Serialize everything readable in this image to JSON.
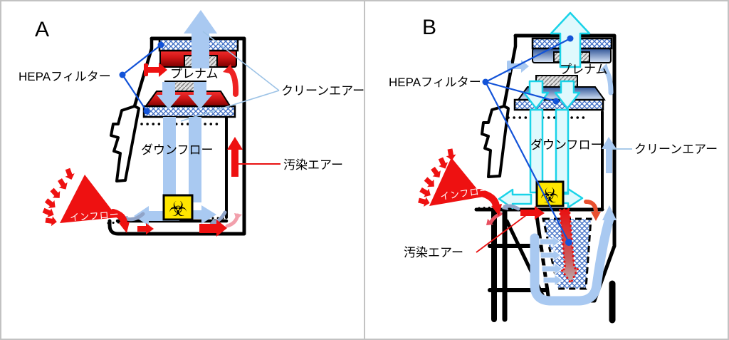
{
  "figure": {
    "description": "Biosafety cabinet airflow diagrams, two panels",
    "divider_color": "#c2c2c2"
  },
  "colors": {
    "contaminated_red": "#EE1111",
    "clean_pale_blue": "#A9C9F1",
    "clean_cyan_outline": "#19D3E8",
    "clean_cyan_fill": "#DFF9FD",
    "connector_blue": "#1353D8",
    "pointer_line_blue": "#9DC3E6",
    "biohazard_yellow": "#FFE600",
    "hepa_hatch_blue": "#3A6BC4",
    "outline_black": "#000000"
  },
  "panels": [
    {
      "letter": "A",
      "labels": {
        "hepa": "HEPAフィルター",
        "plenum": "プレナム",
        "clean_air": "クリーンエアー",
        "downflow": "ダウンフロー",
        "contaminated_air": "汚染エアー",
        "inflow": "インフロー"
      },
      "biohazard_icon": "☣"
    },
    {
      "letter": "B",
      "labels": {
        "hepa": "HEPAフィルター",
        "plenum": "プレナム",
        "clean_air": "クリーンエアー",
        "downflow": "ダウンフロー",
        "contaminated_air": "汚染エアー",
        "inflow": "インフロー"
      },
      "biohazard_icon": "☣"
    }
  ]
}
